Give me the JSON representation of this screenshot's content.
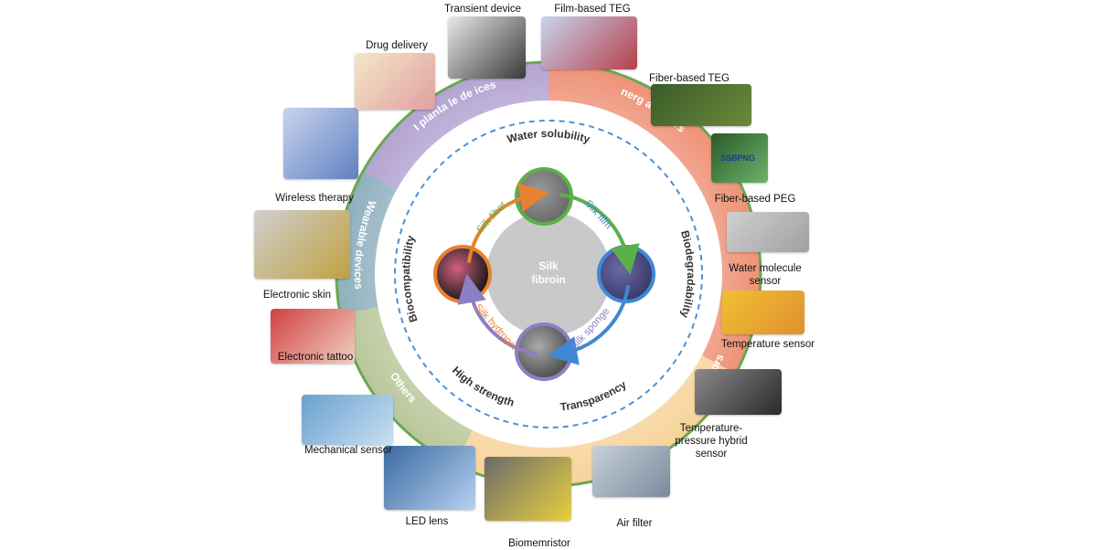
{
  "center": {
    "line1": "Silk",
    "line2": "fibroin"
  },
  "forms": [
    {
      "label": "Silk fiber",
      "color": "#5bb04a"
    },
    {
      "label": "Silk film",
      "color": "#3f88d4"
    },
    {
      "label": "Silk sponge",
      "color": "#8c7fc4"
    },
    {
      "label": "Silk hydrogel",
      "color": "#e8822f"
    }
  ],
  "properties": [
    "Water solubility",
    "Biodegradability",
    "Transparency",
    "High strength",
    "Biocompatibility"
  ],
  "sectors": [
    {
      "label": "I  planta  le de  ices",
      "color": "#b3a3d2"
    },
    {
      "label": "nerg  ar  esters",
      "color": "#ee9277"
    },
    {
      "label": "Sensors",
      "color": "#f7d39a"
    },
    {
      "label": "Others",
      "color": "#b9c79a"
    },
    {
      "label": "Wearable devices",
      "color": "#8fb0be"
    }
  ],
  "applications": [
    {
      "label": "Transient device"
    },
    {
      "label": "Film-based TEG"
    },
    {
      "label": "Fiber-based TEG"
    },
    {
      "label": "Fiber-based PEG",
      "badge": "SSBPNG"
    },
    {
      "label": "Water molecule sensor"
    },
    {
      "label": "Temperature sensor"
    },
    {
      "label": "Temperature-pressure hybrid sensor"
    },
    {
      "label": "Air filter"
    },
    {
      "label": "Biomemristor"
    },
    {
      "label": "LED lens"
    },
    {
      "label": "Mechanical sensor"
    },
    {
      "label": "Electronic tattoo"
    },
    {
      "label": "Electronic skin"
    },
    {
      "label": "Wireless therapy"
    },
    {
      "label": "Drug delivery"
    }
  ],
  "colors": {
    "outer_ring": "#6aa84f",
    "dashed_ring": "#4a90d9",
    "core": "#c9c9c9"
  }
}
